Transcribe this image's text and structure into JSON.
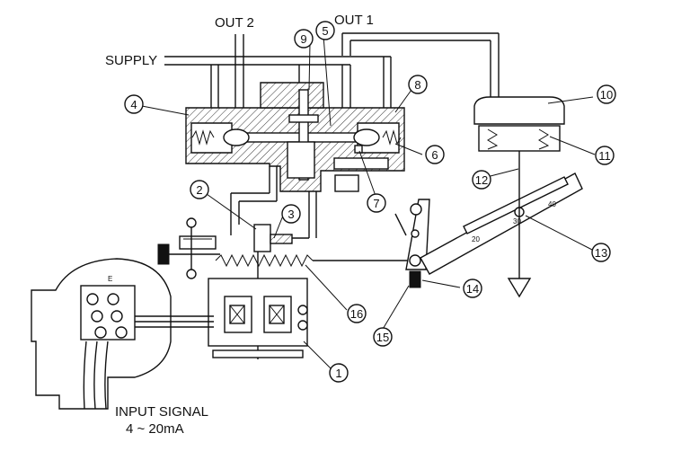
{
  "labels": {
    "out2": "OUT 2",
    "out1": "OUT 1",
    "supply": "SUPPLY",
    "input_signal": "INPUT SIGNAL",
    "input_range": "4 ~ 20mA",
    "terminal_e": "E"
  },
  "scale_ticks": [
    "20",
    "30",
    "40"
  ],
  "callouts": [
    "1",
    "2",
    "3",
    "4",
    "5",
    "6",
    "7",
    "8",
    "9",
    "10",
    "11",
    "12",
    "13",
    "14",
    "15",
    "16"
  ]
}
